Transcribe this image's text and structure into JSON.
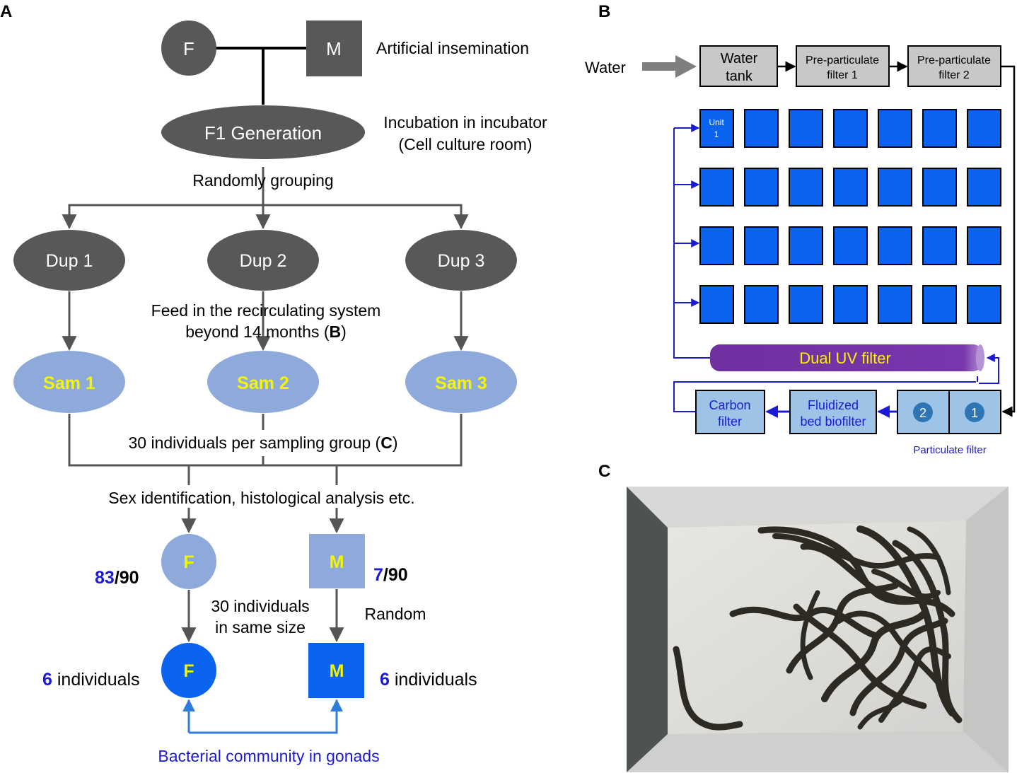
{
  "colors": {
    "dark_node": "#585858",
    "light_node": "#8eaadb",
    "bright_blue": "#0a64f0",
    "unit_blue": "#0a64f0",
    "arrow_blue": "#1b1bd6",
    "label_yellow": "#f5f500",
    "uv_purple": "#7030a0",
    "box_grey": "#c8c8c8",
    "filter_light_blue": "#9dc3e6"
  },
  "panel_a": {
    "panel_label": "A",
    "parent_f": "F",
    "parent_m": "M",
    "insemination_label": "Artificial insemination",
    "f1_label": "F1 Generation",
    "incubation_line1": "Incubation in incubator",
    "incubation_line2": "(Cell culture room)",
    "grouping_label": "Randomly grouping",
    "dups": [
      "Dup 1",
      "Dup 2",
      "Dup 3"
    ],
    "feed_line1": "Feed in the recirculating system",
    "feed_line2_prefix": "beyond 14 months (",
    "feed_line2_ref": "B",
    "feed_line2_suffix": ")",
    "sams": [
      "Sam 1",
      "Sam 2",
      "Sam 3"
    ],
    "per_group_prefix": "30 individuals per sampling group (",
    "per_group_ref": "C",
    "per_group_suffix": ")",
    "sex_id_label": "Sex identification, histological analysis etc.",
    "female_label": "F",
    "male_label": "M",
    "female_count": "83",
    "female_total": "/90",
    "male_count": "7",
    "male_total": "/90",
    "same_size_line1": "30 individuals",
    "same_size_line2": "in same size",
    "random_label": "Random",
    "female_final_label": "F",
    "male_final_label": "M",
    "female_final_count": "6",
    "male_final_count": "6",
    "individuals_word": "individuals",
    "bacterial_label": "Bacterial community in gonads"
  },
  "panel_b": {
    "panel_label": "B",
    "water_label": "Water",
    "water_tank_line1": "Water",
    "water_tank_line2": "tank",
    "prefilter1_line1": "Pre-particulate",
    "prefilter1_line2": "filter 1",
    "prefilter2_line1": "Pre-particulate",
    "prefilter2_line2": "filter 2",
    "unit_label_line1": "Unit",
    "unit_label_line2": "1",
    "grid_rows": 4,
    "grid_cols": 7,
    "uv_label": "Dual UV filter",
    "carbon_line1": "Carbon",
    "carbon_line2": "filter",
    "biofilter_line1": "Fluidized",
    "biofilter_line2": "bed biofilter",
    "particulate_num_2": "2",
    "particulate_num_1": "1",
    "particulate_label": "Particulate filter"
  },
  "panel_c": {
    "panel_label": "C"
  }
}
